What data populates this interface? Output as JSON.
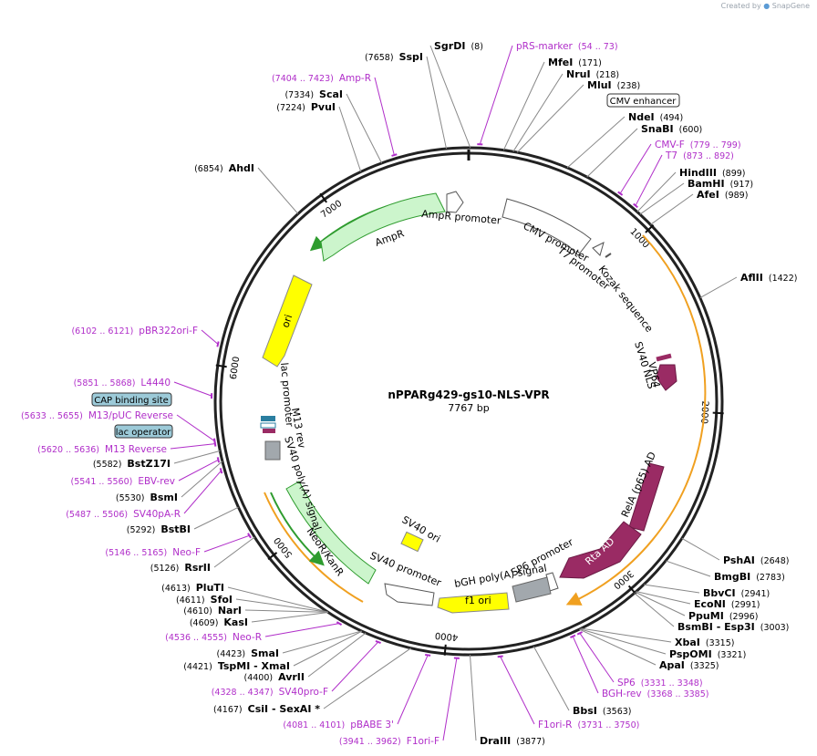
{
  "watermark": {
    "created_by": "Created by",
    "brand": "SnapGene"
  },
  "plasmid": {
    "name": "nPPARg429-gs10-NLS-VPR",
    "length": "7767 bp",
    "total_bp": 7767
  },
  "ruler_ticks": [
    "1000",
    "2000",
    "3000",
    "4000",
    "5000",
    "6000",
    "7000"
  ],
  "sites_right": [
    {
      "name": "SgrDI",
      "pos": "(8)"
    },
    {
      "name": "MfeI",
      "pos": "(171)"
    },
    {
      "name": "NruI",
      "pos": "(218)"
    },
    {
      "name": "MluI",
      "pos": "(238)"
    },
    {
      "name": "NdeI",
      "pos": "(494)"
    },
    {
      "name": "SnaBI",
      "pos": "(600)"
    },
    {
      "name": "HindIII",
      "pos": "(899)"
    },
    {
      "name": "BamHI",
      "pos": "(917)"
    },
    {
      "name": "AfeI",
      "pos": "(989)"
    },
    {
      "name": "AflII",
      "pos": "(1422)"
    },
    {
      "name": "PshAI",
      "pos": "(2648)"
    },
    {
      "name": "BmgBI",
      "pos": "(2783)"
    },
    {
      "name": "BbvCI",
      "pos": "(2941)"
    },
    {
      "name": "EcoNI",
      "pos": "(2991)"
    },
    {
      "name": "PpuMI",
      "pos": "(2996)"
    },
    {
      "name": "BsmBI - Esp3I",
      "pos": "(3003)"
    },
    {
      "name": "XbaI",
      "pos": "(3315)"
    },
    {
      "name": "PspOMI",
      "pos": "(3321)"
    },
    {
      "name": "ApaI",
      "pos": "(3325)"
    },
    {
      "name": "BbsI",
      "pos": "(3563)"
    },
    {
      "name": "DraIII",
      "pos": "(3877)"
    }
  ],
  "sites_left": [
    {
      "name": "SspI",
      "pos": "(7658)"
    },
    {
      "name": "ScaI",
      "pos": "(7334)"
    },
    {
      "name": "PvuI",
      "pos": "(7224)"
    },
    {
      "name": "AhdI",
      "pos": "(6854)"
    },
    {
      "name": "BstZ17I",
      "pos": "(5582)"
    },
    {
      "name": "BsmI",
      "pos": "(5530)"
    },
    {
      "name": "BstBI",
      "pos": "(5292)"
    },
    {
      "name": "RsrII",
      "pos": "(5126)"
    },
    {
      "name": "PluTI",
      "pos": "(4613)"
    },
    {
      "name": "SfoI",
      "pos": "(4611)"
    },
    {
      "name": "NarI",
      "pos": "(4610)"
    },
    {
      "name": "KasI",
      "pos": "(4609)"
    },
    {
      "name": "SmaI",
      "pos": "(4423)"
    },
    {
      "name": "TspMI - XmaI",
      "pos": "(4421)"
    },
    {
      "name": "AvrII",
      "pos": "(4400)"
    },
    {
      "name": "CsiI - SexAI *",
      "pos": "(4167)"
    }
  ],
  "primers_right": [
    {
      "name": "pRS-marker",
      "pos": "(54 .. 73)"
    },
    {
      "name": "CMV-F",
      "pos": "(779 .. 799)"
    },
    {
      "name": "T7",
      "pos": "(873 .. 892)"
    },
    {
      "name": "SP6",
      "pos": "(3331 .. 3348)"
    },
    {
      "name": "BGH-rev",
      "pos": "(3368 .. 3385)"
    },
    {
      "name": "F1ori-R",
      "pos": "(3731 .. 3750)"
    }
  ],
  "primers_left": [
    {
      "name": "Amp-R",
      "pos": "(7404 .. 7423)"
    },
    {
      "name": "pBR322ori-F",
      "pos": "(6102 .. 6121)"
    },
    {
      "name": "L4440",
      "pos": "(5851 .. 5868)"
    },
    {
      "name": "M13/pUC Reverse",
      "pos": "(5633 .. 5655)"
    },
    {
      "name": "M13 Reverse",
      "pos": "(5620 .. 5636)"
    },
    {
      "name": "EBV-rev",
      "pos": "(5541 .. 5560)"
    },
    {
      "name": "SV40pA-R",
      "pos": "(5487 .. 5506)"
    },
    {
      "name": "Neo-F",
      "pos": "(5146 .. 5165)"
    },
    {
      "name": "Neo-R",
      "pos": "(4536 .. 4555)"
    },
    {
      "name": "SV40pro-F",
      "pos": "(4328 .. 4347)"
    },
    {
      "name": "pBABE 3'",
      "pos": "(4081 .. 4101)"
    },
    {
      "name": "F1ori-F",
      "pos": "(3941 .. 3962)"
    }
  ],
  "boxed_features": {
    "cmv_enhancer": "CMV enhancer",
    "cap_site": "CAP binding site",
    "lac_operator": "lac operator"
  },
  "features": {
    "ampr_promoter": "AmpR promoter",
    "ampr": "AmpR",
    "ori": "ori",
    "cmv_promoter": "CMV promoter",
    "t7_promoter": "T7 promoter",
    "kozak": "Kozak sequence",
    "sv40_nls": "SV40 NLS",
    "vp64": "VP64",
    "rela": "RelA (p65) AD",
    "rta": "Rta AD",
    "sp6_promoter": "SP6 promoter",
    "bgh": "bGH poly(A) signal",
    "f1ori": "f1 ori",
    "sv40_promoter": "SV40 promoter",
    "sv40_ori": "SV40 ori",
    "neor": "NeoR/KanR",
    "sv40_polya": "SV40 poly(A) signal",
    "m13rev": "M13 rev",
    "lac_promoter": "lac promoter"
  },
  "colors": {
    "primer": "#b02ec9",
    "ampr_fill": "#ccf5cc",
    "ampr_stroke": "#2f9c2f",
    "ori_fill": "#ffff00",
    "vp64_fill": "#9a2b64",
    "gray_feature": "#a2a8ad",
    "box_fill": "#9ccad8",
    "orange_line": "#f0a020"
  }
}
